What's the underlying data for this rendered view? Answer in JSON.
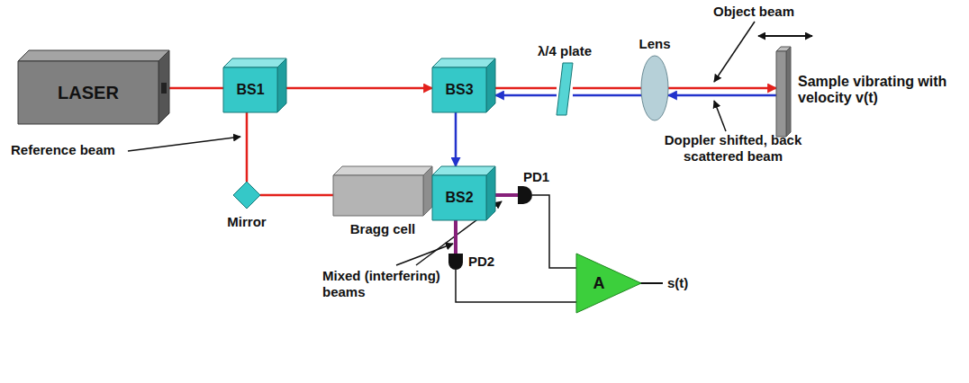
{
  "diagram": {
    "nodes": [
      {
        "text": [
          "LASER"
        ]
      },
      {
        "text": [
          "BS1"
        ]
      },
      {
        "text": [
          "BS3"
        ]
      },
      {
        "text": [
          "λ/4 plate"
        ]
      },
      {
        "text": [
          "Lens"
        ]
      },
      {
        "text": [
          "Sample vibrating with velocity v(t)"
        ]
      },
      {
        "text": [
          "Mirror"
        ]
      },
      {
        "text": [
          "Bragg cell"
        ]
      },
      {
        "text": [
          "BS2"
        ]
      },
      {
        "text": [
          "PD1"
        ]
      },
      {
        "text": [
          "PD2"
        ]
      },
      {
        "text": [
          "A"
        ]
      }
    ],
    "edges": [
      {
        "from": 0,
        "to": 1,
        "arrow": "none"
      },
      {
        "from": 1,
        "to": 2,
        "arrow": "to"
      },
      {
        "from": 1,
        "to": 6,
        "arrow": "none"
      },
      {
        "from": 6,
        "to": 7,
        "arrow": "none"
      },
      {
        "from": 7,
        "to": 8,
        "arrow": "to"
      },
      {
        "from": 2,
        "to": 3,
        "arrow": "none"
      },
      {
        "from": 3,
        "to": 4,
        "arrow": "none"
      },
      {
        "from": 4,
        "to": 5,
        "arrow": "to"
      },
      {
        "from": 5,
        "to": 4,
        "arrow": "to"
      },
      {
        "from": 4,
        "to": 3,
        "arrow": "none"
      },
      {
        "from": 3,
        "to": 2,
        "arrow": "to"
      },
      {
        "from": 2,
        "to": 8,
        "arrow": "to"
      },
      {
        "from": 8,
        "to": 9,
        "arrow": "none"
      },
      {
        "from": 8,
        "to": 10,
        "arrow": "none"
      },
      {
        "from": 9,
        "to": 11,
        "arrow": "none"
      },
      {
        "from": 10,
        "to": 11,
        "arrow": "none"
      }
    ],
    "labels": [
      "Object beam",
      "Doppler shifted, back scattered beam",
      "Reference beam",
      "Mixed (interfering) beams",
      "s(t)"
    ]
  }
}
